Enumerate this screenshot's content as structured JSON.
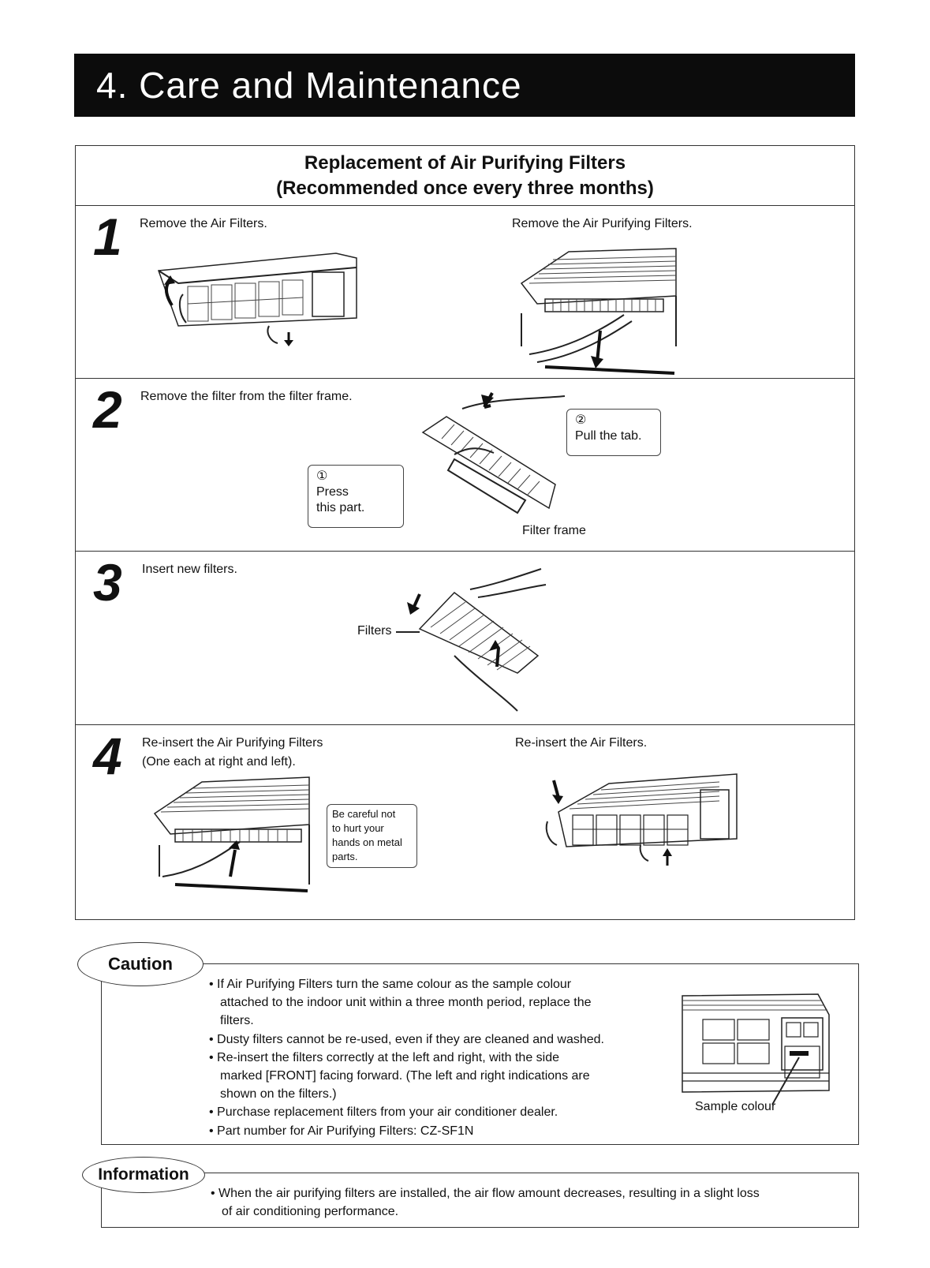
{
  "header": {
    "title": "4. Care and Maintenance"
  },
  "section": {
    "title": "Replacement of Air Purifying Filters",
    "subtitle": "(Recommended once every three months)"
  },
  "steps": [
    {
      "number": "1",
      "left_text": "Remove the Air Filters.",
      "right_text": "Remove the Air Purifying Filters."
    },
    {
      "number": "2",
      "text": "Remove the filter from the filter frame.",
      "callout_pull": {
        "marker": "②",
        "text": "Pull the tab."
      },
      "callout_press": {
        "marker": "①",
        "line1": "Press",
        "line2": "this part."
      },
      "frame_label": "Filter frame"
    },
    {
      "number": "3",
      "text": "Insert new filters.",
      "filters_label": "Filters"
    },
    {
      "number": "4",
      "left_line1": "Re-insert the Air Purifying Filters",
      "left_line2": "(One each at right and left).",
      "right_text": "Re-insert the Air Filters.",
      "callout": {
        "line1": "Be careful not",
        "line2": "to hurt your",
        "line3": "hands on metal",
        "line4": "parts."
      }
    }
  ],
  "caution": {
    "label": "Caution",
    "items": [
      "If Air Purifying Filters turn the same colour as the sample colour",
      "Dusty filters cannot be re-used, even if they are cleaned and washed.",
      "Re-insert the filters correctly at the left and right, with the side",
      "Purchase replacement filters from your air conditioner dealer.",
      "Part number for Air Purifying Filters: CZ-SF1N"
    ],
    "cont1": "attached to the indoor unit within a three month period, replace the",
    "cont2": "filters.",
    "cont3": "marked [FRONT] facing forward. (The left and right indications are",
    "cont4": "shown on the filters.)",
    "sample_label": "Sample colour"
  },
  "information": {
    "label": "Information",
    "line1": "When the air purifying filters are installed, the air flow amount decreases, resulting in a slight loss",
    "line2": "of air conditioning performance."
  }
}
